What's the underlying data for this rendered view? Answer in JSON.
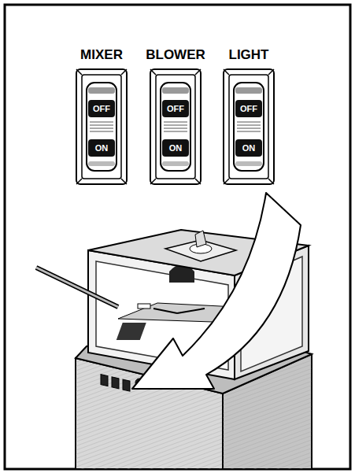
{
  "diagram": {
    "nodes": [
      {
        "text": [
          "MIXER",
          "OFF",
          "ON"
        ]
      },
      {
        "text": [
          "BLOWER",
          "OFF",
          "ON"
        ]
      },
      {
        "text": [
          "LIGHT",
          "OFF",
          "ON"
        ]
      }
    ]
  }
}
